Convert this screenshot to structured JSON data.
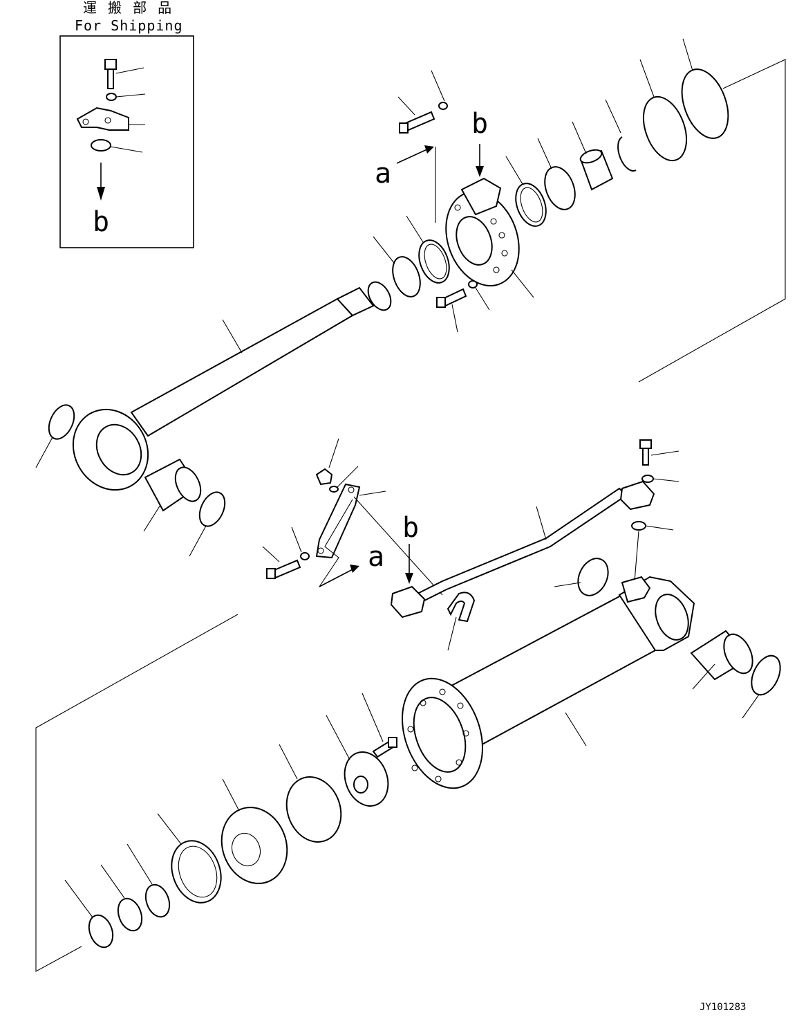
{
  "shipping_box": {
    "title_jp": "運 搬 部 品",
    "title_en": "For Shipping",
    "arrow_label": "b"
  },
  "view_labels": {
    "a_upper": "a",
    "b_upper": "b",
    "a_lower": "a",
    "b_lower": "b"
  },
  "drawing_id": "JY101283"
}
